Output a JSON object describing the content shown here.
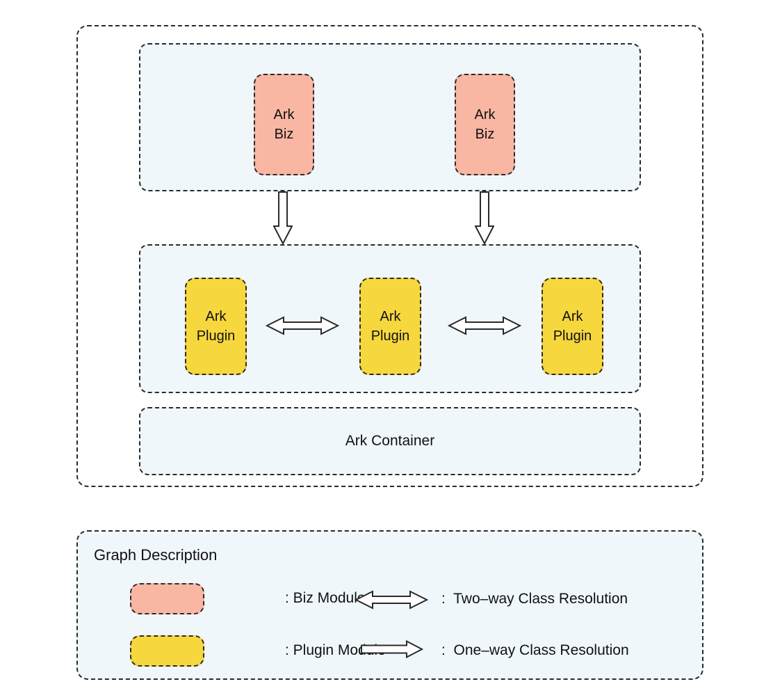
{
  "diagram": {
    "biz_layer": {
      "boxes": [
        {
          "label": "Ark\nBiz"
        },
        {
          "label": "Ark\nBiz"
        }
      ]
    },
    "plugin_layer": {
      "boxes": [
        {
          "label": "Ark\nPlugin"
        },
        {
          "label": "Ark\nPlugin"
        },
        {
          "label": "Ark\nPlugin"
        }
      ]
    },
    "container": {
      "label": "Ark Container"
    }
  },
  "legend": {
    "title": "Graph Description",
    "items": [
      {
        "swatch": "biz-module",
        "label": ": Biz Module"
      },
      {
        "swatch": "plugin-module",
        "label": ": Plugin Module"
      },
      {
        "icon": "two-way-arrow-icon",
        "label": ":  Two–way Class Resolution"
      },
      {
        "icon": "one-way-arrow-icon",
        "label": ":  One–way Class Resolution"
      }
    ]
  },
  "icons": {
    "down_arrow": "hollow-block-arrow-down",
    "two_way_arrow": "hollow-block-arrow-double-horizontal",
    "one_way_arrow": "hollow-block-arrow-right"
  },
  "colors": {
    "biz_module_fill": "#F9B7A3",
    "plugin_module_fill": "#F6D73E",
    "layer_fill": "#F0F7FB",
    "arrow_fill": "#FFFFFF",
    "dash_border": "#2A2A2A",
    "canvas_background": "#FFFFFF",
    "text": "#111111"
  }
}
